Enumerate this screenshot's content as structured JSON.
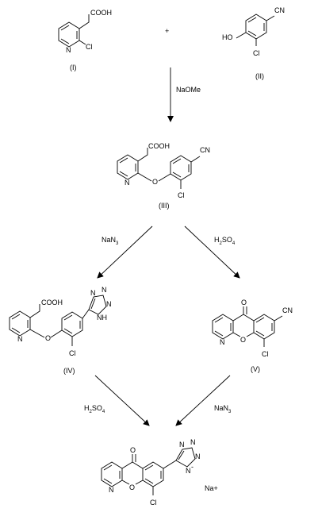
{
  "compounds": {
    "c1": {
      "label": "(I)",
      "cooh": "COOH",
      "cl": "Cl",
      "n": "N"
    },
    "c2": {
      "label": "(II)",
      "cn": "CN",
      "ho": "HO",
      "cl": "Cl"
    },
    "c3": {
      "label": "(III)",
      "cooh": "COOH",
      "cn": "CN",
      "n": "N",
      "o": "O",
      "cl": "Cl"
    },
    "c4": {
      "label": "(IV)",
      "cooh": "COOH",
      "n": "N",
      "o": "O",
      "cl": "Cl",
      "tetrazole_n": "N",
      "tetrazole_nh": "N",
      "tetrazole_h": "H"
    },
    "c5": {
      "label": "(V)",
      "cn": "CN",
      "n": "N",
      "o_ring": "O",
      "o_keto": "O",
      "cl": "Cl"
    },
    "c6": {
      "label": "",
      "n": "N",
      "o_ring": "O",
      "o_keto": "O",
      "cl": "Cl",
      "tetrazole_n": "N",
      "anion": "-",
      "counterion": "Na+"
    }
  },
  "plus": "+",
  "reagents": {
    "step1": "NaOMe",
    "step2_left": {
      "main": "NaN",
      "sub": "3"
    },
    "step2_right": {
      "main": "H",
      "sub1": "2",
      "mid": "SO",
      "sub2": "4"
    },
    "step3_left": {
      "main": "H",
      "sub1": "2",
      "mid": "SO",
      "sub2": "4"
    },
    "step3_right": {
      "main": "NaN",
      "sub": "3"
    }
  }
}
